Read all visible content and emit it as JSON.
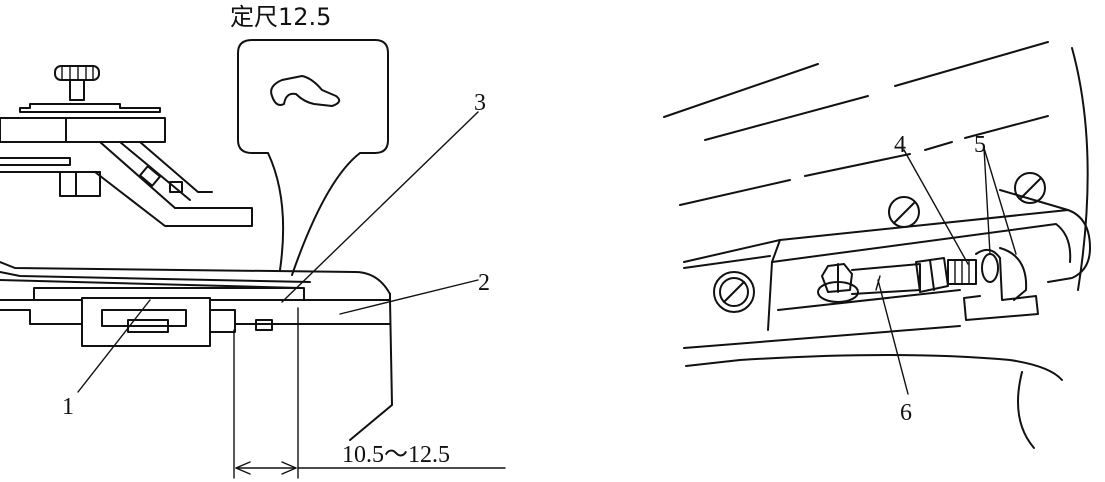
{
  "left_panel": {
    "gauge_label": "定尺12.5",
    "dimension_label": "10.5～12.5",
    "callouts": [
      "1",
      "2",
      "3"
    ]
  },
  "right_panel": {
    "callouts": [
      "4",
      "5",
      "6"
    ]
  }
}
